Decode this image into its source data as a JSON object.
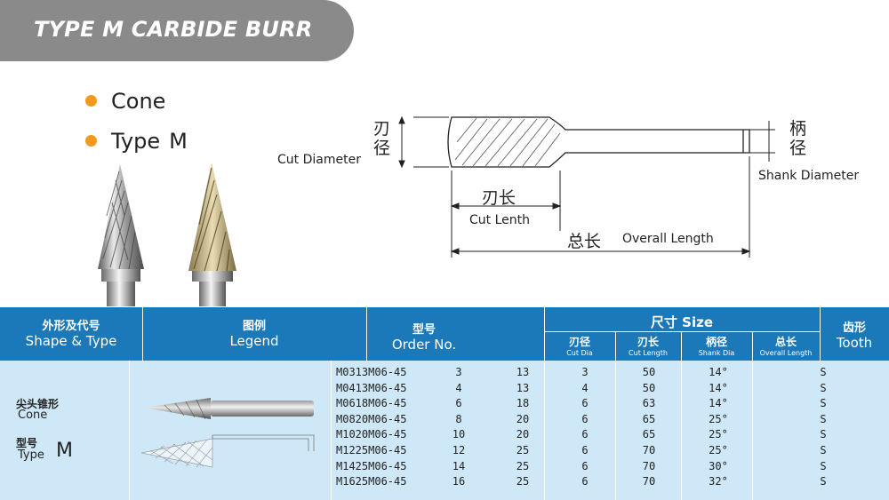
{
  "banner": {
    "title": "TYPE M CARBIDE BURR"
  },
  "bullets": [
    {
      "label": "Cone",
      "suffix": ""
    },
    {
      "label": "Type",
      "suffix": "M"
    }
  ],
  "diagram": {
    "cut_diameter_cn": "刃\n径",
    "cut_diameter_en": "Cut Diameter",
    "shank_diameter_cn": "柄\n径",
    "shank_diameter_en": "Shank Diameter",
    "cut_length_cn": "刃长",
    "cut_length_en": "Cut Lenth",
    "overall_length_cn": "总长",
    "overall_length_en": "Overall Length"
  },
  "table": {
    "headers": {
      "shape_cn": "外形及代号",
      "shape_en": "Shape & Type",
      "legend_cn": "图例",
      "legend_en": "Legend",
      "order_cn": "型号",
      "order_en": "Order No.",
      "size_label": "尺寸 Size",
      "tooth_cn": "齿形",
      "tooth_en": "Tooth",
      "cut_dia_cn": "刃径",
      "cut_dia_en": "Cut Dia",
      "cut_len_cn": "刃长",
      "cut_len_en": "Cut Length",
      "shank_cn": "柄径",
      "shank_en": "Shank Dia",
      "overall_cn": "总长",
      "overall_en": "Overall Length"
    },
    "shape": {
      "shape_cn": "尖头锥形",
      "shape_en": "Cone",
      "type_cn": "型号",
      "type_en": "Type",
      "type_code": "M"
    },
    "rows": [
      {
        "order": "M0313M06-45",
        "d": "3",
        "l": "13",
        "shank": "3",
        "overall": "50",
        "angle": "14°",
        "tooth": "S"
      },
      {
        "order": "M0413M06-45",
        "d": "4",
        "l": "13",
        "shank": "4",
        "overall": "50",
        "angle": "14°",
        "tooth": "S"
      },
      {
        "order": "M0618M06-45",
        "d": "6",
        "l": "18",
        "shank": "6",
        "overall": "63",
        "angle": "14°",
        "tooth": "S"
      },
      {
        "order": "M0820M06-45",
        "d": "8",
        "l": "20",
        "shank": "6",
        "overall": "65",
        "angle": "25°",
        "tooth": "S"
      },
      {
        "order": "M1020M06-45",
        "d": "10",
        "l": "20",
        "shank": "6",
        "overall": "65",
        "angle": "25°",
        "tooth": "S"
      },
      {
        "order": "M1225M06-45",
        "d": "12",
        "l": "25",
        "shank": "6",
        "overall": "70",
        "angle": "25°",
        "tooth": "S"
      },
      {
        "order": "M1425M06-45",
        "d": "14",
        "l": "25",
        "shank": "6",
        "overall": "70",
        "angle": "30°",
        "tooth": "S"
      },
      {
        "order": "M1625M06-45",
        "d": "16",
        "l": "25",
        "shank": "6",
        "overall": "70",
        "angle": "32°",
        "tooth": "S"
      }
    ]
  },
  "colors": {
    "banner": "#8a8a8a",
    "bullet": "#f39a1e",
    "header": "#1b78b9",
    "body": "#cfe8f7"
  }
}
